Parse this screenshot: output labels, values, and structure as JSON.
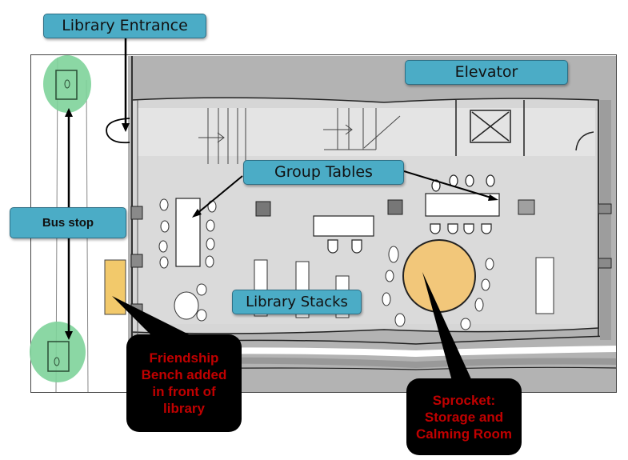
{
  "labels": {
    "library_entrance": "Library Entrance",
    "elevator": "Elevator",
    "group_tables": "Group Tables",
    "bus_stop": "Bus stop",
    "library_stacks": "Library Stacks"
  },
  "callouts": {
    "friendship_bench": "Friendship\nBench added\nin front of\nlibrary",
    "sprocket": "Sprocket:\nStorage and\nCalming Room"
  },
  "colors": {
    "label_fill": "#4bacc6",
    "callout_fill": "#000000",
    "callout_text": "#c00000",
    "tree_green": "#7ed39a",
    "bench_yellow": "#f2c96b",
    "sprocket_yellow": "#f2c77a",
    "floor_gray": "#dcdcdc",
    "wall_gray": "#a9a9a9"
  }
}
